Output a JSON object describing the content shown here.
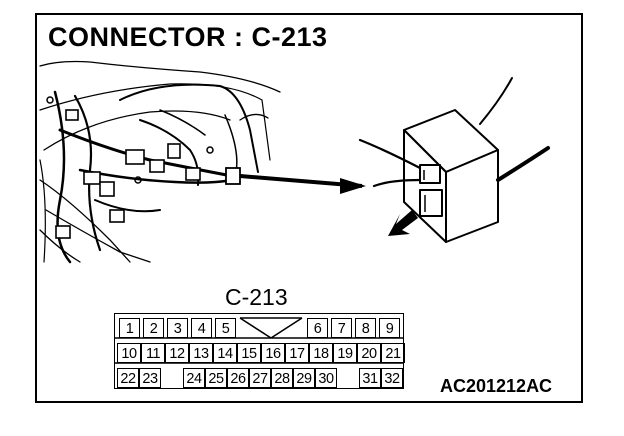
{
  "title": "CONNECTOR : C-213",
  "connector_label": "C-213",
  "drawing_code": "AC201212AC",
  "connector_pins": {
    "row1": [
      "1",
      "2",
      "3",
      "4",
      "5",
      "",
      "6",
      "7",
      "8",
      "9"
    ],
    "row2": [
      "10",
      "11",
      "12",
      "13",
      "14",
      "15",
      "16",
      "17",
      "18",
      "19",
      "20",
      "21"
    ],
    "row3": [
      "22",
      "23",
      "",
      "24",
      "25",
      "26",
      "27",
      "28",
      "29",
      "30",
      "",
      "31",
      "32"
    ]
  }
}
